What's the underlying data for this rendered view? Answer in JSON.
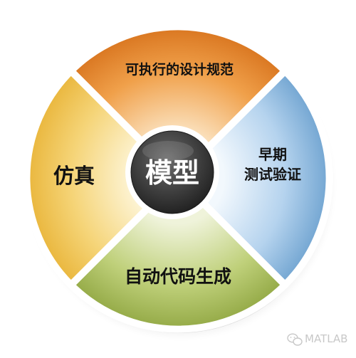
{
  "diagram": {
    "center": {
      "label": "模型",
      "color": "#3c3c3c"
    },
    "segments": {
      "top": {
        "label": "可执行的设计规范",
        "color": "#e8892a"
      },
      "right": {
        "label_line1": "早期",
        "label_line2": "测试验证",
        "color": "#8db8dc"
      },
      "bottom": {
        "label": "自动代码生成",
        "color": "#a8bd5a"
      },
      "left": {
        "label": "仿真",
        "color": "#f0c85a"
      }
    }
  },
  "watermark": {
    "text": "MATLAB",
    "icon": "wechat-icon"
  }
}
